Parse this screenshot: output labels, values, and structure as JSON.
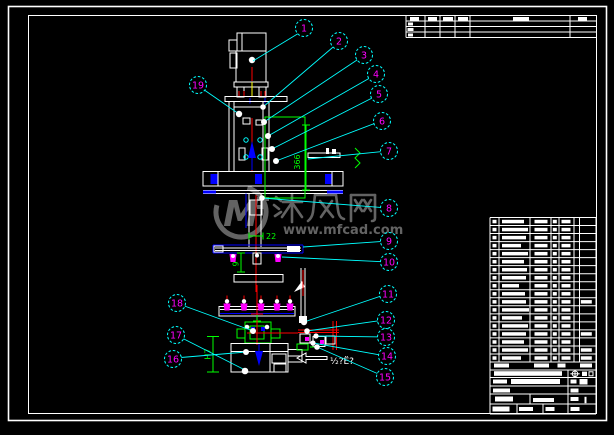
{
  "page": {
    "background": "#000000",
    "type": "CAD assembly drawing"
  },
  "watermark": {
    "logo_text": "M",
    "brand": "沐风网",
    "url": "www.mfcad.com"
  },
  "drawing": {
    "balloons": [
      "1",
      "2",
      "3",
      "4",
      "5",
      "6",
      "7",
      "8",
      "9",
      "10",
      "11",
      "12",
      "13",
      "14",
      "15",
      "16",
      "17",
      "18",
      "19"
    ],
    "dimensions": {
      "housing_height": "366",
      "offset_width": "22",
      "shaft_depth": "9",
      "fit_tolerance": "H7"
    },
    "notes": {
      "motion_direction": "½?Ë?"
    }
  },
  "colors": {
    "line": "#ffffff",
    "leader": "#00ffff",
    "balloon_number": "#ff00ff",
    "centerline": "#ff0000",
    "dimension": "#00ff00",
    "accent": "#0000ff",
    "screw": "#ff00ff",
    "watermark": "#6e6e6e"
  }
}
